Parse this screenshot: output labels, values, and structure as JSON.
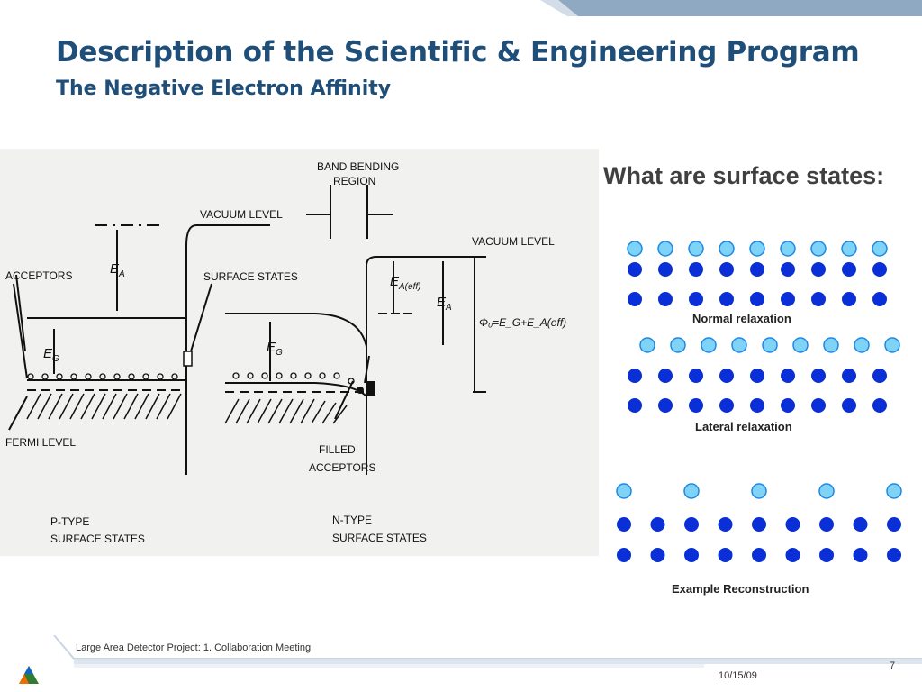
{
  "slide": {
    "title": "Description of the Scientific & Engineering Program",
    "subtitle": "The Negative Electron Affinity",
    "question": "What are surface states:"
  },
  "diagram": {
    "band_bending_region": [
      "BAND BENDING",
      "REGION"
    ],
    "vacuum_level_left": "VACUUM LEVEL",
    "vacuum_level_right": "VACUUM LEVEL",
    "acceptors": "ACCEPTORS",
    "surface_states": "SURFACE STATES",
    "ea": "E",
    "ea_sub": "A",
    "eg": "E",
    "eg_sub": "G",
    "ea_eff_sub": "A(eff)",
    "phi_equation": "Φ₀=E_G+E_A(eff)",
    "fermi_level": "FERMI LEVEL",
    "filled_acceptors": [
      "FILLED",
      "ACCEPTORS"
    ],
    "p_type": [
      "P-TYPE",
      "SURFACE STATES"
    ],
    "n_type": [
      "N-TYPE",
      "SURFACE STATES"
    ]
  },
  "surface_diagrams": {
    "normal_relaxation": "Normal relaxation",
    "lateral_relaxation": "Lateral relaxation",
    "example_reconstruction": "Example Reconstruction",
    "colors": {
      "surface_atom": "#7fd3f7",
      "bulk_atom": "#0b2fd6"
    }
  },
  "footer": {
    "text": "Large Area Detector Project: 1. Collaboration Meeting",
    "page": "7",
    "date": "10/15/09"
  },
  "theme": {
    "title_color": "#1f4e79",
    "band_color": "#8fa9c3"
  }
}
